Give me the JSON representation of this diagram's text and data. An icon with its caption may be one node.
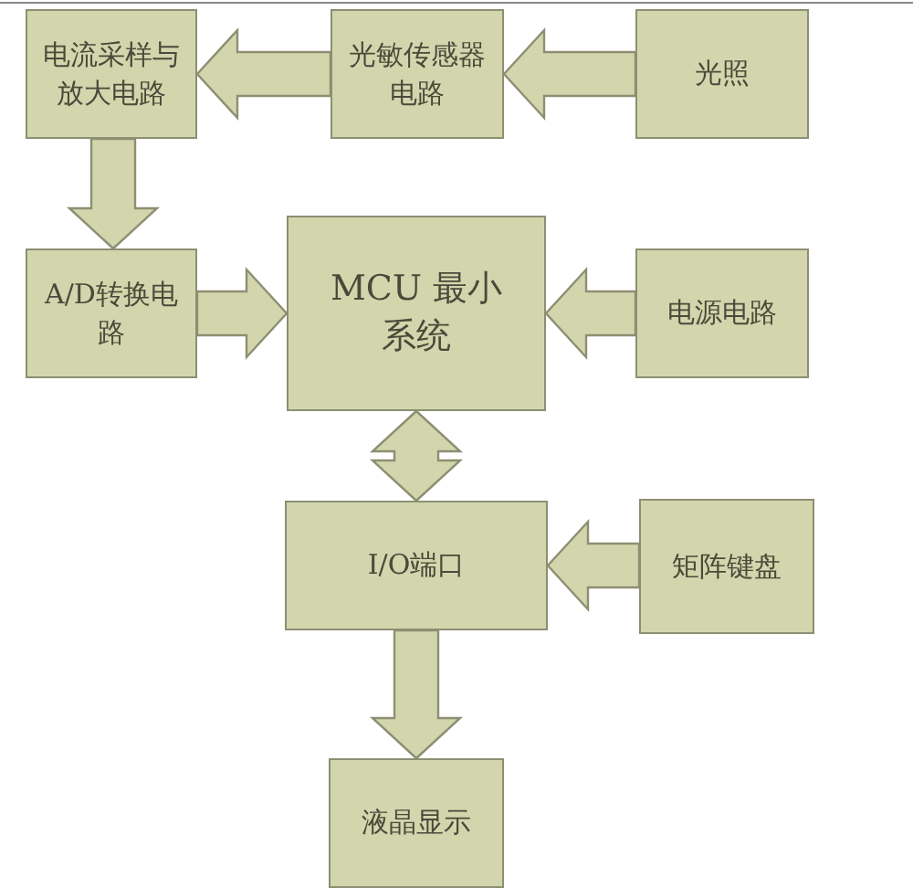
{
  "diagram": {
    "nodes": [
      {
        "text": [
          "电流采样与放大电路"
        ]
      },
      {
        "text": [
          "光敏传感器电路"
        ]
      },
      {
        "text": [
          "光照"
        ]
      },
      {
        "text": [
          "A/D转换电路"
        ]
      },
      {
        "text": [
          "MCU 最小系统"
        ]
      },
      {
        "text": [
          "电源电路"
        ]
      },
      {
        "text": [
          "I/O端口"
        ]
      },
      {
        "text": [
          "矩阵键盘"
        ]
      },
      {
        "text": [
          "液晶显示"
        ]
      }
    ],
    "edges": [
      {
        "from": 2,
        "to": 1,
        "arrow": "to"
      },
      {
        "from": 1,
        "to": 0,
        "arrow": "to"
      },
      {
        "from": 0,
        "to": 3,
        "arrow": "to"
      },
      {
        "from": 3,
        "to": 4,
        "arrow": "to"
      },
      {
        "from": 5,
        "to": 4,
        "arrow": "to"
      },
      {
        "from": 4,
        "to": 6,
        "arrow": "both"
      },
      {
        "from": 7,
        "to": 6,
        "arrow": "to"
      },
      {
        "from": 6,
        "to": 8,
        "arrow": "to"
      }
    ]
  }
}
